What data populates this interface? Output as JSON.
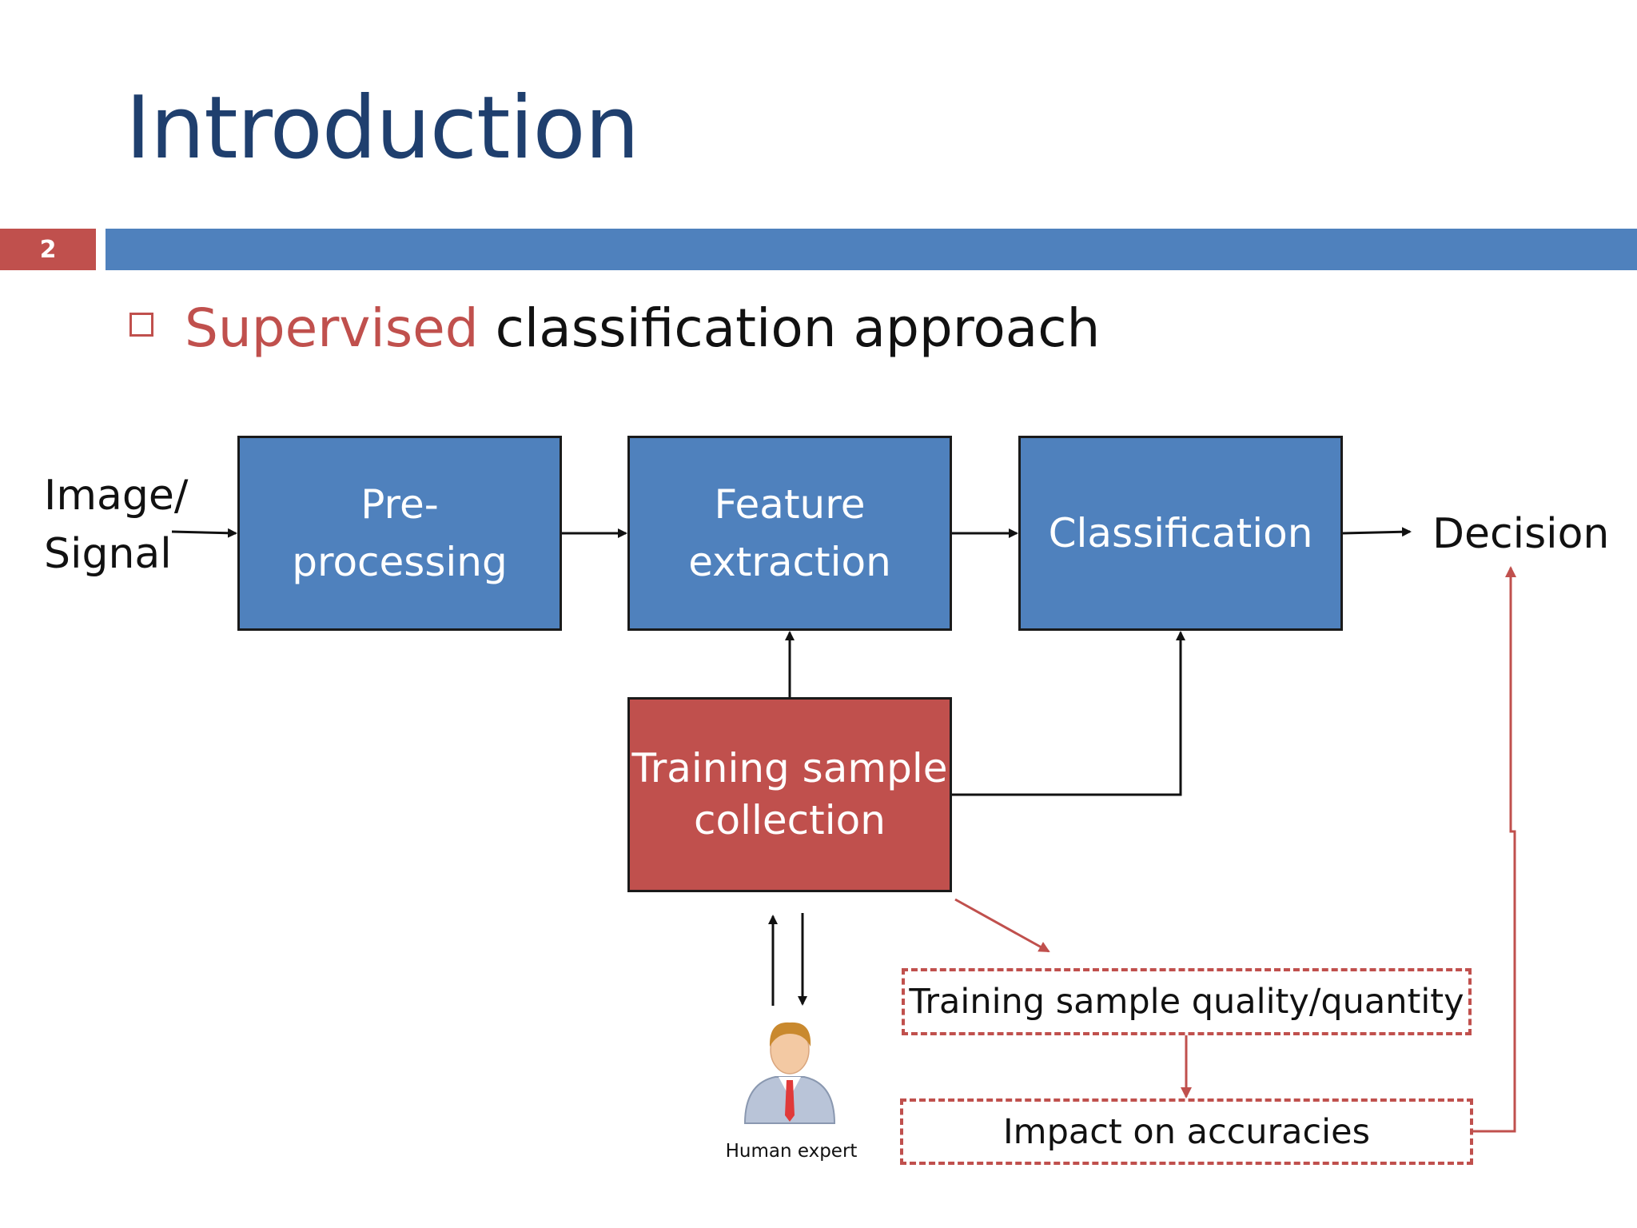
{
  "slide": {
    "title": "Introduction",
    "page_number": "2",
    "bullet": {
      "highlight": "Supervised",
      "rest": " classification approach"
    }
  },
  "diagram": {
    "input_label": [
      "Image/",
      "Signal"
    ],
    "output_label": "Decision",
    "boxes": {
      "preprocessing": [
        "Pre-",
        "processing"
      ],
      "feature_extraction": [
        "Feature",
        "extraction"
      ],
      "classification": [
        "Classification"
      ],
      "training_sample": [
        "Training sample",
        "collection"
      ]
    },
    "dashed": {
      "quality": "Training sample quality/quantity",
      "impact": "Impact on accuracies"
    },
    "human_expert": "Human expert"
  },
  "colors": {
    "title": "#1f3f6e",
    "blue_box": "#4f81bd",
    "red_box": "#c0504d",
    "arrow": "#111111",
    "red_arrow": "#c0504d"
  },
  "icons": [
    "person-icon"
  ]
}
